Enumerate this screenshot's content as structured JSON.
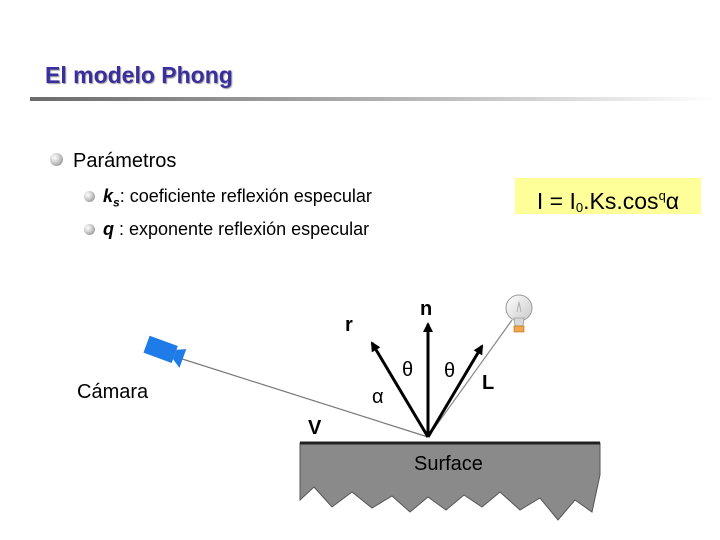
{
  "slide": {
    "title": "El modelo Phong"
  },
  "params": {
    "heading": "Parámetros",
    "item1_symbol": "k",
    "item1_subscript": "s",
    "item1_text": ": coeficiente reflexión especular",
    "item2_symbol": "q",
    "item2_text": " : exponente reflexión especular"
  },
  "formula": {
    "lhs": "I = I",
    "subscript": "0",
    "middle": ".Ks.cos",
    "superscript": "q",
    "greek": "α"
  },
  "diagram": {
    "camera_label": "Cámara",
    "surface_label": "Surface",
    "n_label": "n",
    "r_label": "r",
    "l_label": "L",
    "v_label": "V",
    "theta_left": "θ",
    "theta_right": "θ",
    "alpha": "α"
  },
  "colors": {
    "title": "#3a2f9e",
    "formula_bg": "#ffff99",
    "camera": "#1e7be8",
    "surface": "#8a8a8a"
  }
}
